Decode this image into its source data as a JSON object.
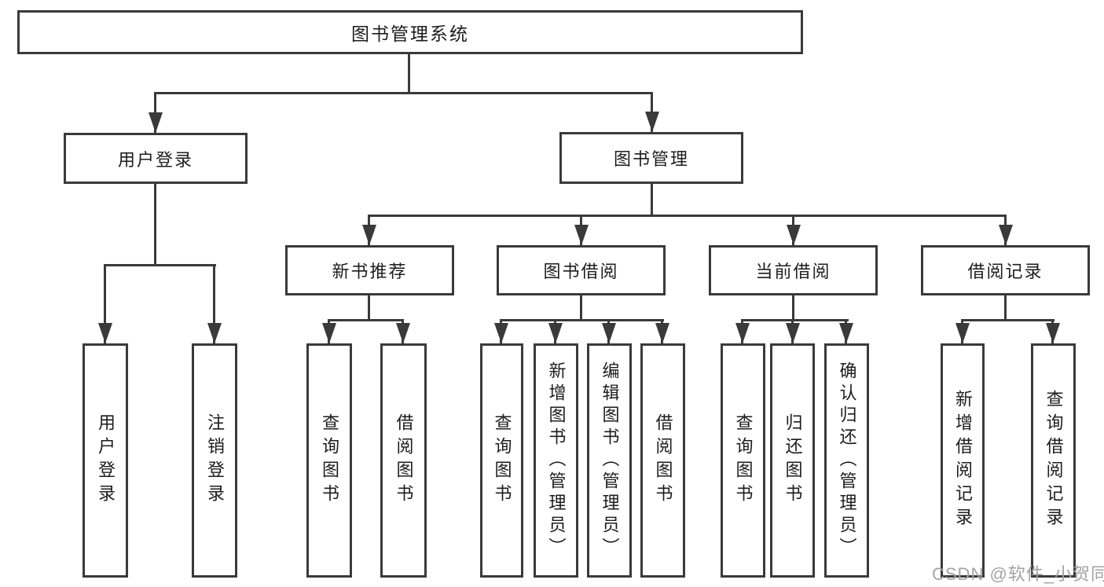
{
  "tree": {
    "root": {
      "label": "图书管理系统"
    },
    "branches": [
      {
        "label": "用户登录",
        "children": [
          {
            "label": "用户登录"
          },
          {
            "label": "注销登录"
          }
        ]
      },
      {
        "label": "图书管理",
        "children": [
          {
            "label": "新书推荐",
            "children": [
              {
                "label": "查询图书"
              },
              {
                "label": "借阅图书"
              }
            ]
          },
          {
            "label": "图书借阅",
            "children": [
              {
                "label": "查询图书"
              },
              {
                "label": "新增图书（管理员）"
              },
              {
                "label": "编辑图书（管理员）"
              },
              {
                "label": "借阅图书"
              }
            ]
          },
          {
            "label": "当前借阅",
            "children": [
              {
                "label": "查询图书"
              },
              {
                "label": "归还图书"
              },
              {
                "label": "确认归还（管理员）"
              }
            ]
          },
          {
            "label": "借阅记录",
            "children": [
              {
                "label": "新增借阅记录"
              },
              {
                "label": "查询借阅记录"
              }
            ]
          }
        ]
      }
    ]
  },
  "watermark": "CSDN @软件_小贺同学",
  "colors": {
    "line": "#3a3a3a",
    "text": "#1d1d1d",
    "watermark": "#a3a3a3",
    "background": "#ffffff"
  }
}
